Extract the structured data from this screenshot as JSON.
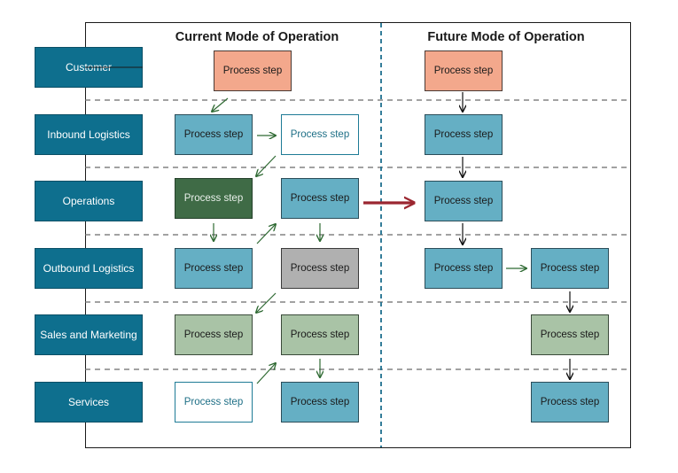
{
  "headers": {
    "current": "Current Mode of Operation",
    "future": "Future Mode of Operation"
  },
  "lanes": [
    "Customer",
    "Inbound Logistics",
    "Operations",
    "Outbound Logistics",
    "Sales and Marketing",
    "Services"
  ],
  "step_label": "Process step",
  "colors": {
    "lane": "#0e6f8e",
    "step_blue": "#65afc4",
    "step_salmon": "#f3a88c",
    "step_dark_green": "#3f6b46",
    "step_gray": "#b0b0b0",
    "step_sage": "#a9c3a6",
    "step_white_border": "#1e7b96",
    "arrow_current": "#2f6a33",
    "arrow_future": "#111111",
    "transition_arrow": "#9b2630",
    "divider": "#1e6f8e"
  }
}
